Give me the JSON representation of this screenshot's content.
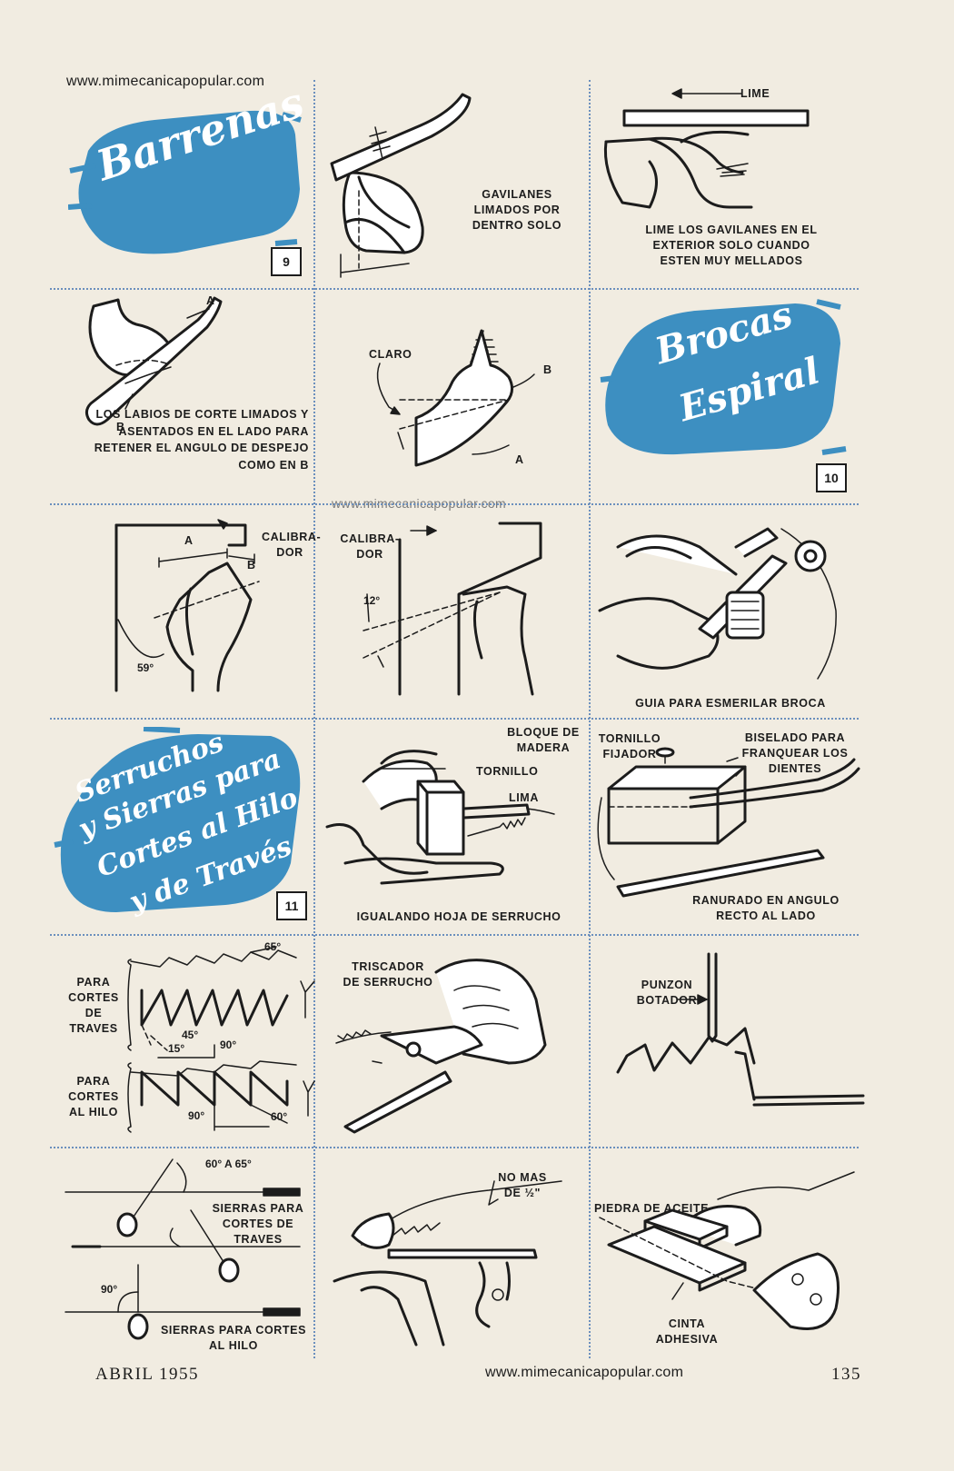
{
  "watermark": {
    "top": "www.mimecanicapopular.com",
    "middle": "www.mimecanicapopular.com",
    "bottom": "www.mimecanicapopular.com"
  },
  "footer": {
    "issue": "ABRIL 1955",
    "page": "135"
  },
  "sections": {
    "barrenas": {
      "title": "Barrenas",
      "number": "9"
    },
    "brocas": {
      "title_line1": "Brocas",
      "title_line2": "Espiral",
      "number": "10"
    },
    "serruchos": {
      "title_line1": "Serruchos",
      "title_line2": "y Sierras para",
      "title_line3": "Cortes al Hilo",
      "title_line4": "y de Través",
      "number": "11"
    }
  },
  "captions": {
    "gavilanes_dentro": "GAVILANES LIMADOS POR DENTRO SOLO",
    "lime_arrow": "LIME",
    "lime_exterior": "LIME LOS GAVILANES EN EL EXTERIOR SOLO CUANDO ESTEN MUY MELLADOS",
    "labios_corte": "LOS LABIOS DE CORTE LIMADOS Y ASENTADOS EN EL LADO PARA RETENER EL ANGULO DE DESPEJO COMO EN B",
    "label_a": "A",
    "label_b": "B",
    "claro": "CLARO",
    "calibrador_1": "CALIBRA-DOR",
    "calibrador_2": "CALIBRA-DOR",
    "angle_59": "59°",
    "angle_12": "12°",
    "guia_esmerilar": "GUIA PARA ESMERILAR BROCA",
    "bloque_madera": "BLOQUE DE MADERA",
    "tornillo": "TORNILLO",
    "lima": "LIMA",
    "igualando": "IGUALANDO HOJA DE SERRUCHO",
    "tornillo_fijador": "TORNILLO FIJADOR",
    "biselado": "BISELADO PARA FRANQUEAR LOS DIENTES",
    "ranurado": "RANURADO EN ANGULO RECTO AL LADO",
    "angle_65": "65°",
    "para_traves": "PARA CORTES DE TRAVES",
    "angle_45": "45°",
    "angle_15": "15°",
    "angle_90a": "90°",
    "para_hilo": "PARA CORTES AL HILO",
    "angle_90b": "90°",
    "angle_60": "60°",
    "triscador": "TRISCADOR DE SERRUCHO",
    "punzon": "PUNZON BOTADOR",
    "angle_60_65": "60° A 65°",
    "sierras_traves": "SIERRAS PARA CORTES DE TRAVES",
    "angle_90c": "90°",
    "sierras_hilo": "SIERRAS PARA CORTES AL HILO",
    "no_mas": "NO MAS DE ½\"",
    "piedra_aceite": "PIEDRA DE ACEITE",
    "cinta": "CINTA ADHESIVA"
  },
  "colors": {
    "blob": "#3d8fc1",
    "grid": "#6b8fbd",
    "paper": "#f1ece1"
  }
}
